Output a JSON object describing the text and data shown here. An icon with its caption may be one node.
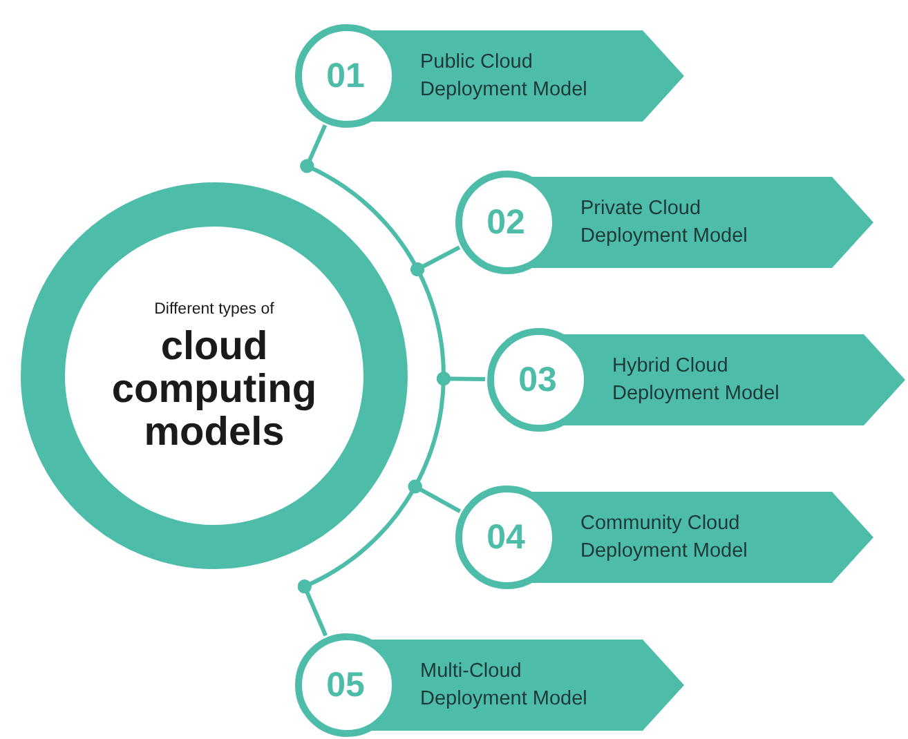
{
  "diagram": {
    "nodes": [
      {
        "text": [
          "Different types of",
          "cloud computing models"
        ]
      },
      {
        "text": [],
        "shape": "arc"
      },
      {
        "text": [
          "01",
          "Public Cloud Deployment Model"
        ]
      },
      {
        "text": [
          "02",
          "Private Cloud Deployment Model"
        ]
      },
      {
        "text": [
          "03",
          "Hybrid Cloud Deployment Model"
        ]
      },
      {
        "text": [
          "04",
          "Community Cloud Deployment Model"
        ]
      },
      {
        "text": [
          "05",
          "Multi-Cloud Deployment Model"
        ]
      }
    ],
    "edges": [
      {
        "from": 1,
        "to": 2,
        "arrow": "other"
      },
      {
        "from": 1,
        "to": 3,
        "arrow": "other"
      },
      {
        "from": 1,
        "to": 4,
        "arrow": "other"
      },
      {
        "from": 1,
        "to": 5,
        "arrow": "other"
      },
      {
        "from": 1,
        "to": 6,
        "arrow": "other"
      }
    ]
  }
}
